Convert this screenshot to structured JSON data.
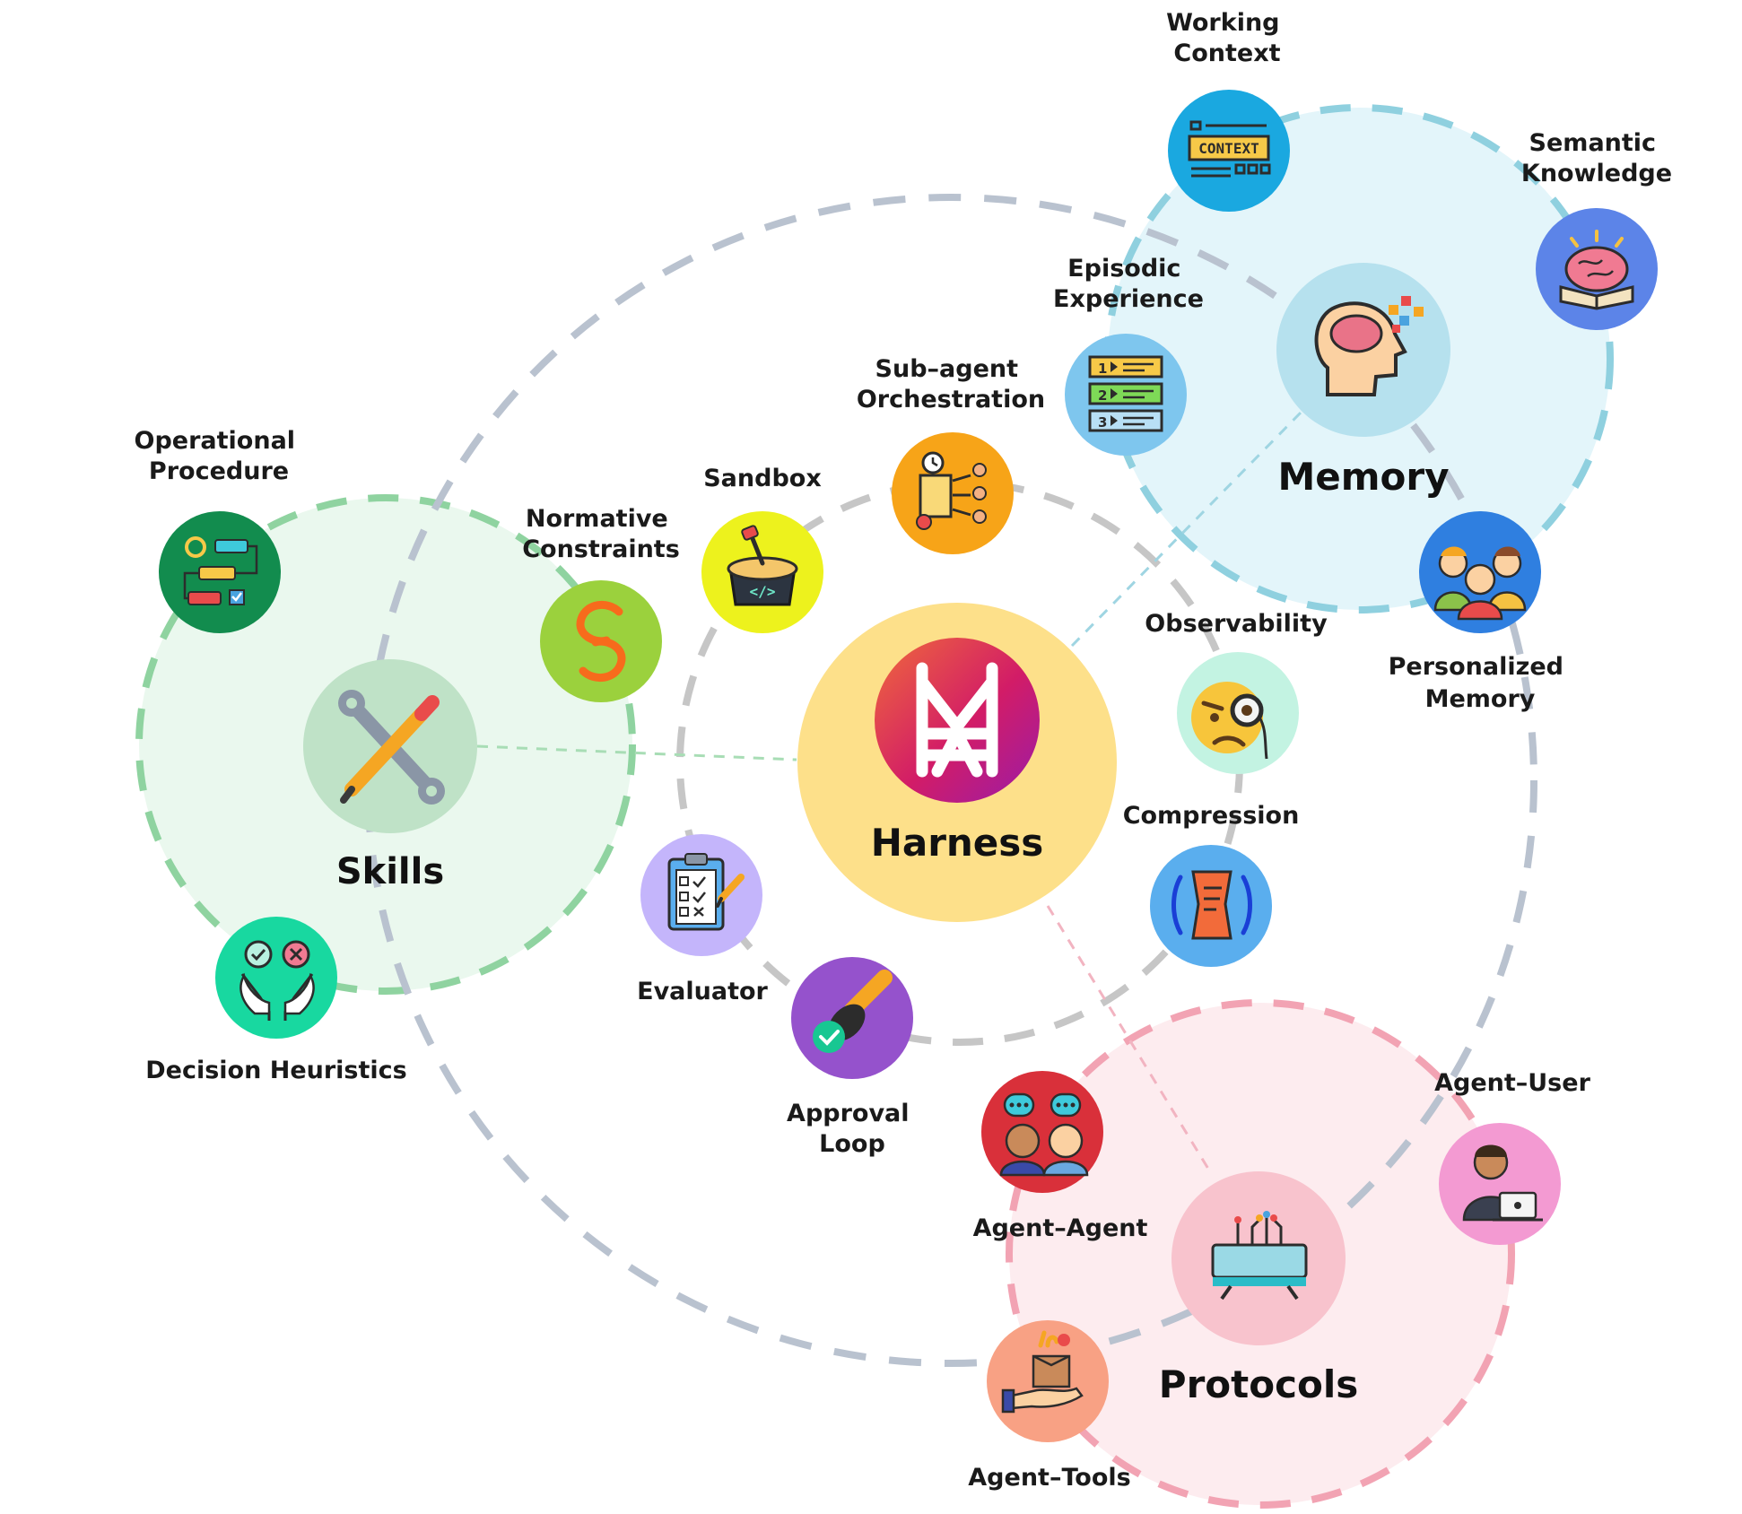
{
  "hubs": {
    "harness": "Harness",
    "skills": "Skills",
    "memory": "Memory",
    "protocols": "Protocols"
  },
  "nodes": {
    "working_context": [
      "Working",
      "Context"
    ],
    "context_badge": "CONTEXT",
    "semantic_knowledge": [
      "Semantic",
      "Knowledge"
    ],
    "episodic_experience": [
      "Episodic",
      "Experience"
    ],
    "personalized_memory": [
      "Personalized",
      "Memory"
    ],
    "sub_agent_orchestration": [
      "Sub–agent",
      "Orchestration"
    ],
    "sandbox": [
      "Sandbox"
    ],
    "observability": [
      "Observability"
    ],
    "compression": [
      "Compression"
    ],
    "evaluator": [
      "Evaluator"
    ],
    "approval_loop": [
      "Approval",
      "Loop"
    ],
    "operational_procedure": [
      "Operational",
      "Procedure"
    ],
    "normative_constraints": [
      "Normative",
      "Constraints"
    ],
    "decision_heuristics": [
      "Decision Heuristics"
    ],
    "agent_agent": [
      "Agent–Agent"
    ],
    "agent_user": [
      "Agent–User"
    ],
    "agent_tools": [
      "Agent–Tools"
    ]
  },
  "colors": {
    "harness": "#fde08a",
    "skills_zone": "#eaf8ee",
    "skills_ring": "#8fd3a0",
    "memory_zone": "#e3f5fa",
    "memory_ring": "#8fd0df",
    "protocols_zone": "#fdecef",
    "protocols_ring": "#f2a3b3",
    "outer_ring": "#b9c2cf",
    "inner_ring": "#c6c6c6"
  }
}
